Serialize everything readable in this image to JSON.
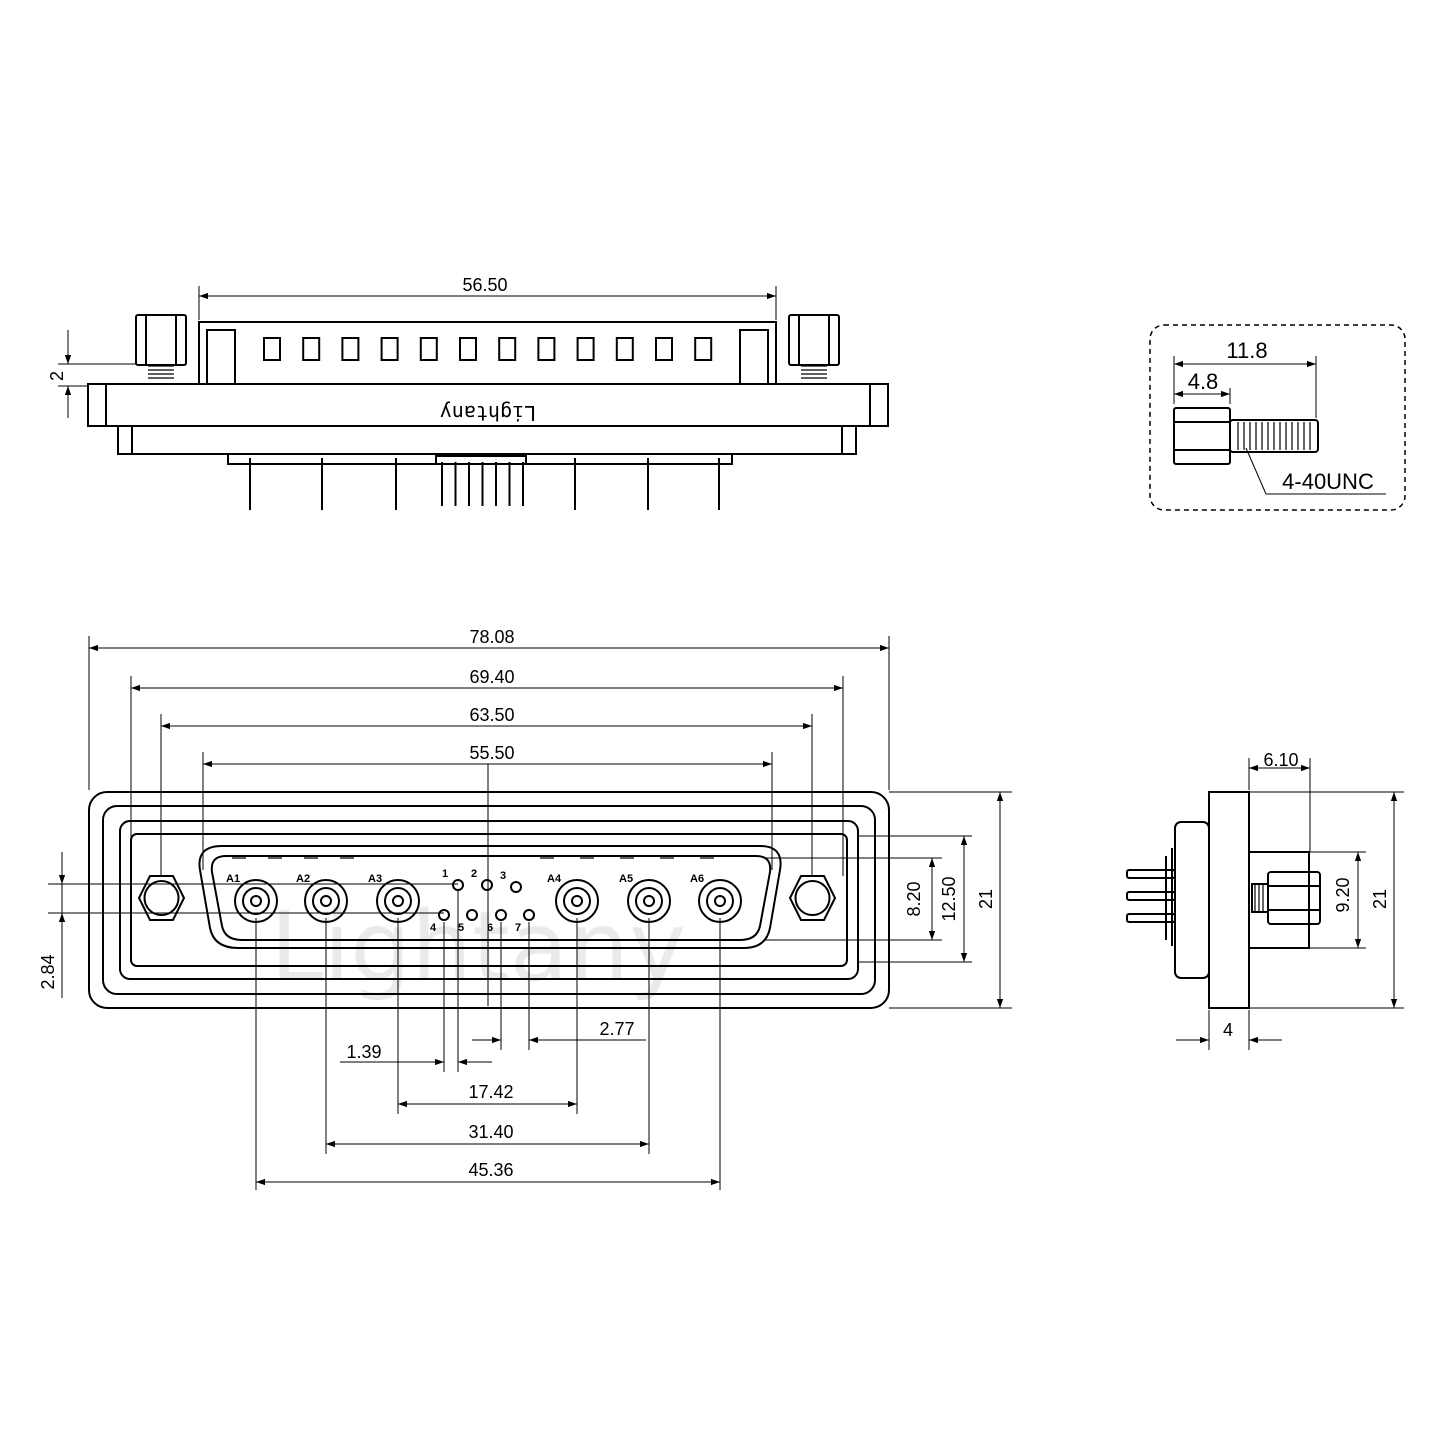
{
  "top_view": {
    "logo_text": "Lightany",
    "dim_width": "56.50",
    "dim_standoff": "2"
  },
  "screw_detail": {
    "dim_total": "11.8",
    "dim_head": "4.8",
    "thread_label": "4-40UNC"
  },
  "front_view": {
    "watermark": "Lightany",
    "dims_horizontal_top": [
      "78.08",
      "69.40",
      "63.50",
      "55.50"
    ],
    "dims_horizontal_bottom": [
      "17.42",
      "31.40",
      "45.36"
    ],
    "dim_pitch_signal": "1.39",
    "dim_pitch_signal_2": "2.77",
    "dim_offset_left": "2.84",
    "dims_vertical_right": [
      "8.20",
      "12.50",
      "21"
    ],
    "pin_labels_coax": [
      "A1",
      "A2",
      "A3",
      "A4",
      "A5",
      "A6"
    ],
    "pin_labels_signal": [
      "1",
      "2",
      "3",
      "4",
      "5",
      "6",
      "7"
    ]
  },
  "side_view": {
    "dim_top": "6.10",
    "dim_bottom": "4",
    "dim_inner": "9.20",
    "dim_height": "21"
  }
}
